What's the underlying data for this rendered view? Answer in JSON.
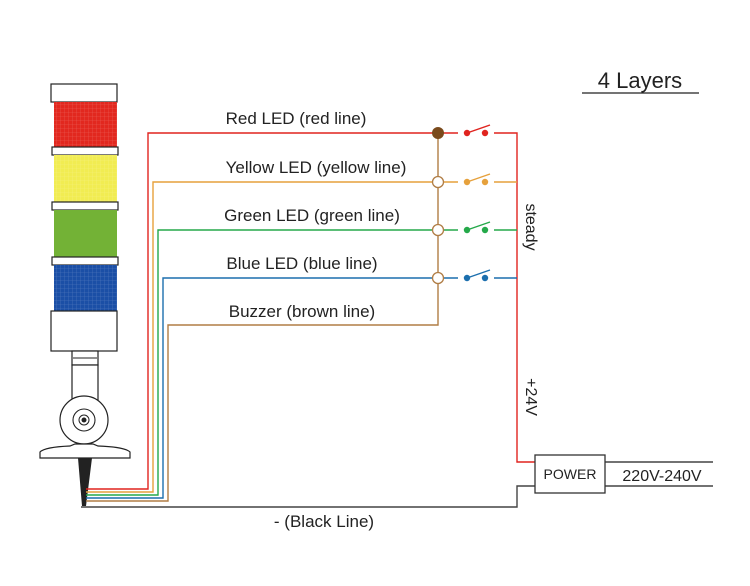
{
  "title": "4 Layers",
  "wires": {
    "red": "Red LED (red line)",
    "yellow": "Yellow LED (yellow line)",
    "green": "Green LED (green line)",
    "blue": "Blue LED (blue line)",
    "brown": "Buzzer (brown line)",
    "black": "- (Black Line)"
  },
  "side_labels": {
    "steady": "steady",
    "plus24": "+24V"
  },
  "power_box": {
    "label": "POWER",
    "input": "220V-240V"
  },
  "colors": {
    "red": "#e0241f",
    "yellow": "#e6a13c",
    "green": "#25a94a",
    "blue": "#1c6fae",
    "brown": "#b07d45",
    "black": "#444444",
    "lamp_red": "#e2281f",
    "lamp_yellow": "#f1ec52",
    "lamp_green": "#73b236",
    "lamp_blue": "#1b4fa6",
    "junction_fill": "#7a4a1c"
  }
}
